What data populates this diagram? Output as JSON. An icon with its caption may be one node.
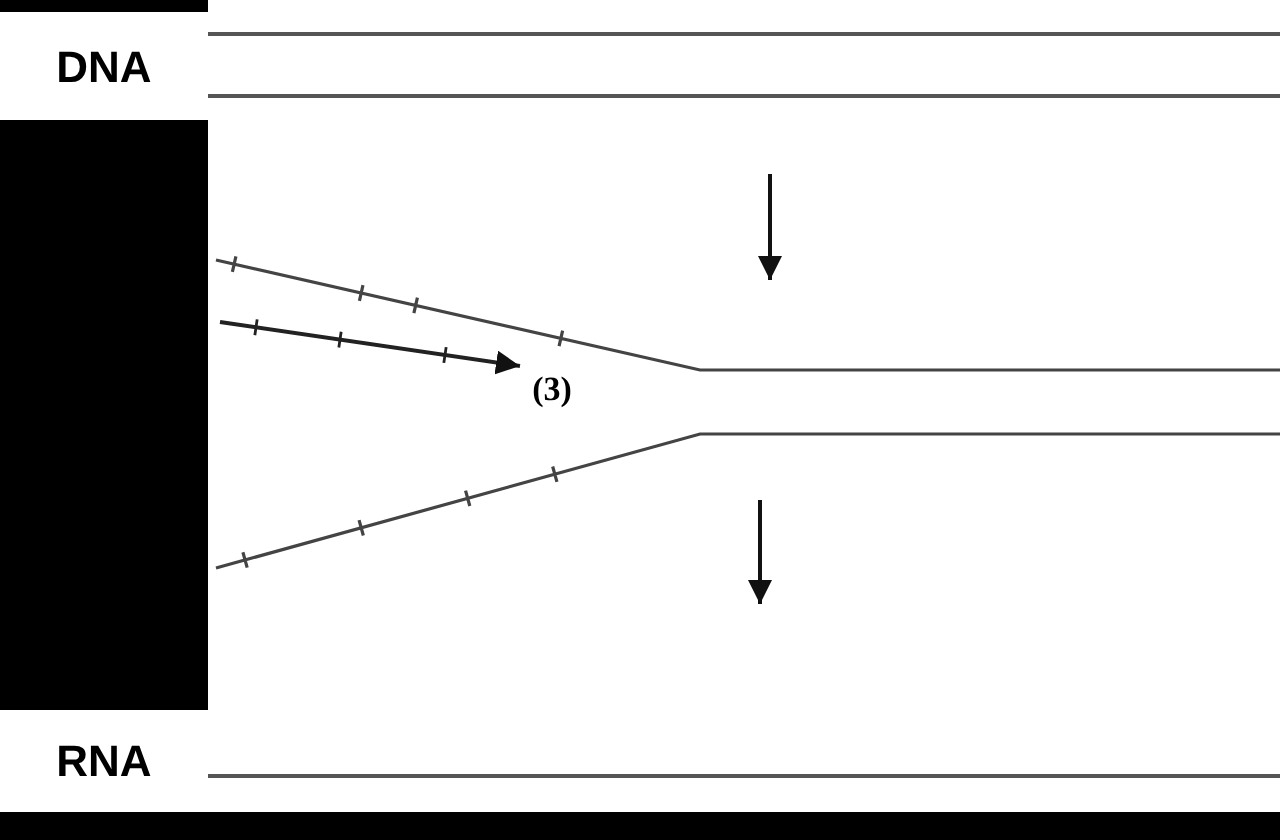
{
  "diagram": {
    "nodes": [
      {
        "text": [
          "DNA"
        ]
      },
      {
        "text": [
          "RNA"
        ]
      },
      {
        "text": [
          "(3)"
        ]
      }
    ],
    "edges": [
      {
        "from": null,
        "to": 2,
        "arrow": "to"
      }
    ]
  }
}
